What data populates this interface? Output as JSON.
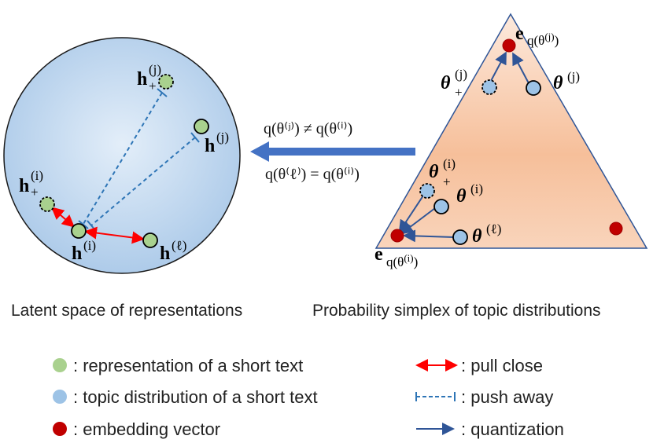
{
  "latent_space": {
    "caption": "Latent space of representations",
    "labels": {
      "h_pos_j_base": "h",
      "h_pos_j_sub": "+",
      "h_pos_j_sup": "(j)",
      "h_j_base": "h",
      "h_j_sup": "(j)",
      "h_pos_i_base": "h",
      "h_pos_i_sub": "+",
      "h_pos_i_sup": "(i)",
      "h_i_base": "h",
      "h_i_sup": "(i)",
      "h_l_base": "h",
      "h_l_sup": "(ℓ)"
    }
  },
  "simplex": {
    "caption": "Probability simplex of topic distributions",
    "labels": {
      "e_top_base": "e",
      "e_top_sub": "q(θ",
      "e_top_sub_sup": "(j)",
      "e_top_close": ")",
      "theta_pos_j_base": "θ",
      "theta_pos_j_sub": "+",
      "theta_pos_j_sup": "(j)",
      "theta_j_base": "θ",
      "theta_j_sup": "(j)",
      "theta_pos_i_base": "θ",
      "theta_pos_i_sub": "+",
      "theta_pos_i_sup": "(i)",
      "theta_i_base": "θ",
      "theta_i_sup": "(i)",
      "theta_l_base": "θ",
      "theta_l_sup": "(ℓ)",
      "e_bottom_base": "e",
      "e_bottom_sub": "q(θ",
      "e_bottom_sub_sup": "(i)",
      "e_bottom_close": ")"
    }
  },
  "mapping": {
    "inequality": "q(θ⁽ʲ⁾) ≠ q(θ⁽ⁱ⁾)",
    "equality": "q(θ⁽ℓ⁾) = q(θ⁽ⁱ⁾)"
  },
  "legend": {
    "green": ": representation of a short text",
    "blue": ": topic distribution of a short text",
    "red": ": embedding vector",
    "pull": ": pull close",
    "push": ": push away",
    "quant": ": quantization"
  },
  "colors": {
    "green_node": "#a9d18e",
    "blue_node": "#9dc3e6",
    "red_node": "#c00000",
    "pull_arrow": "#ff0000",
    "push_line": "#2e75b6",
    "quant_arrow": "#2f5597",
    "big_arrow": "#4472c4",
    "sphere": "#bdd7ee",
    "simplex": "#f4b183"
  }
}
